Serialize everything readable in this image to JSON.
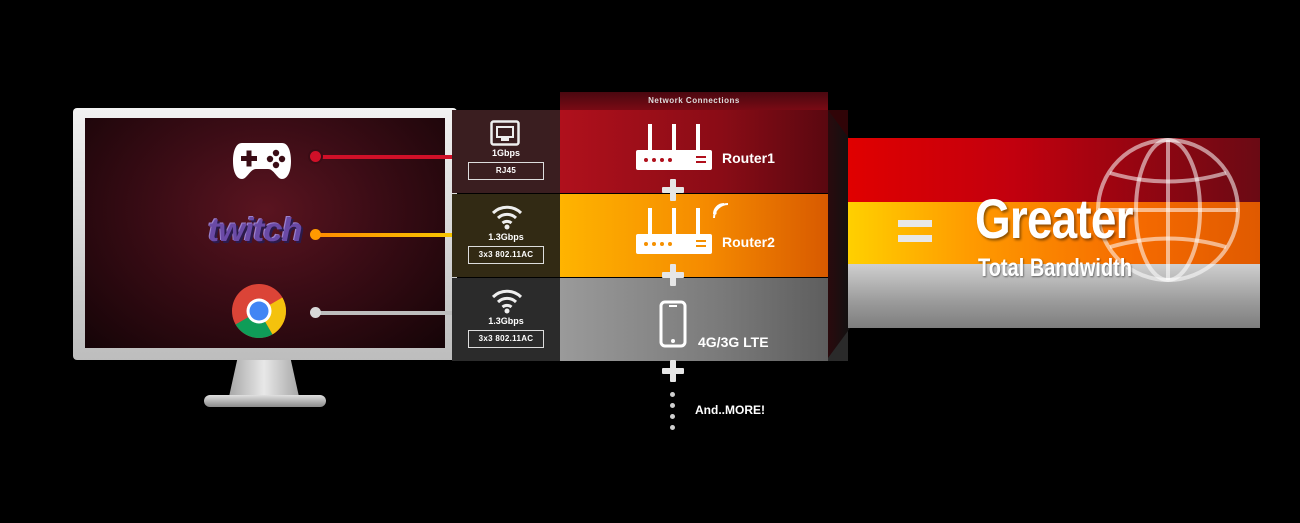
{
  "header": {
    "network_title": "Network Connections"
  },
  "apps": [
    {
      "name": "gamepad-icon"
    },
    {
      "name": "twitch-logo",
      "text": "twitch"
    },
    {
      "name": "chrome-icon"
    }
  ],
  "interfaces": [
    {
      "icon": "ethernet-port-icon",
      "rate": "1Gbps",
      "standard": "RJ45"
    },
    {
      "icon": "wifi-icon",
      "rate": "1.3Gbps",
      "standard": "3x3 802.11AC"
    },
    {
      "icon": "wifi-icon",
      "rate": "1.3Gbps",
      "standard": "3x3 802.11AC"
    }
  ],
  "connections": [
    {
      "icon": "router-icon",
      "label": "Router1"
    },
    {
      "icon": "router-wifi-icon",
      "label": "Router2"
    },
    {
      "icon": "smartphone-icon",
      "label": "4G/3G  LTE"
    }
  ],
  "more_label": "And..MORE!",
  "result": {
    "headline": "Greater",
    "subline": "Total Bandwidth"
  },
  "colors": {
    "red": "#c2101c",
    "orange": "#f5a000",
    "gray": "#8c8c8c",
    "line_red": "#d01028",
    "line_yellow": "#f5c400",
    "line_gray": "#bdbdbd"
  }
}
